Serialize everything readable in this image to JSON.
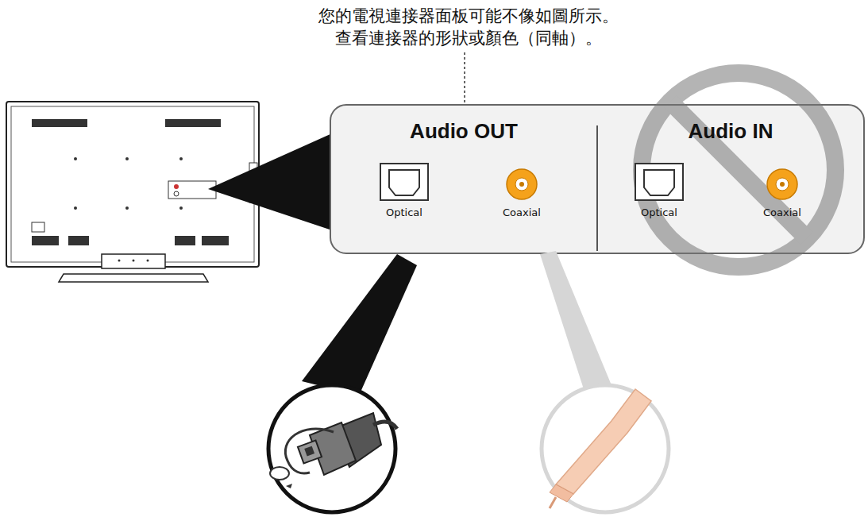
{
  "diagram": {
    "nodes": [
      {
        "text": [
          "Audio OUT"
        ]
      },
      {
        "text": [
          "Audio IN"
        ]
      }
    ],
    "labels": [
      "您的電視連接器面板可能不像如圖所示。",
      "查看連接器的形狀或顏色（同軸）。",
      "Optical",
      "Coaxial",
      "Optical",
      "Coaxial"
    ]
  }
}
